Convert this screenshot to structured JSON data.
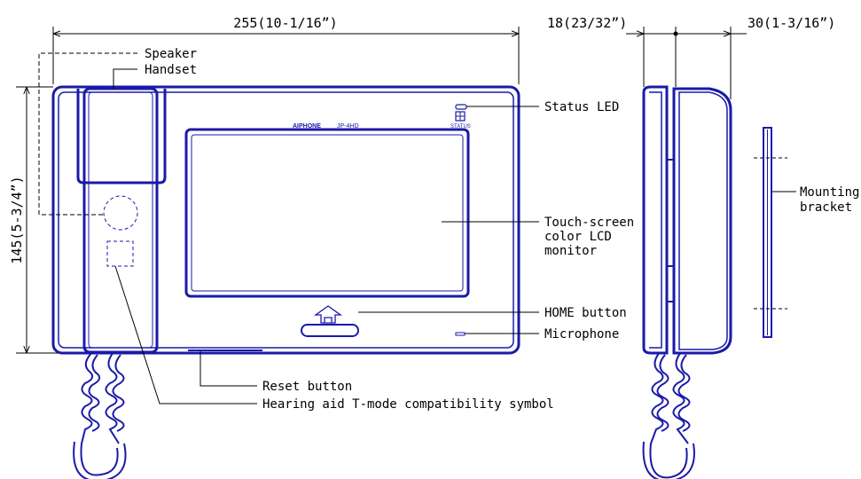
{
  "dimensions": {
    "width": "255(10-1/16”)",
    "height": "145(5-3/4”)",
    "depth_unit": "18(23/32”)",
    "depth_bracket": "30(1-3/16”)"
  },
  "brand": {
    "logo": "AIPHONE",
    "model": "JP-4HD",
    "status_marking": "STATUS"
  },
  "callouts": {
    "speaker": "Speaker",
    "handset": "Handset",
    "status_led": "Status LED",
    "touch_screen_1": "Touch-screen",
    "touch_screen_2": "color LCD",
    "touch_screen_3": "monitor",
    "home_button": "HOME button",
    "microphone": "Microphone",
    "reset_button": "Reset button",
    "hearing_aid": "Hearing aid T-mode compatibility symbol",
    "mounting_1": "Mounting",
    "mounting_2": "bracket"
  },
  "colors": {
    "outline": "#1a1aa8",
    "leader": "#000000"
  }
}
